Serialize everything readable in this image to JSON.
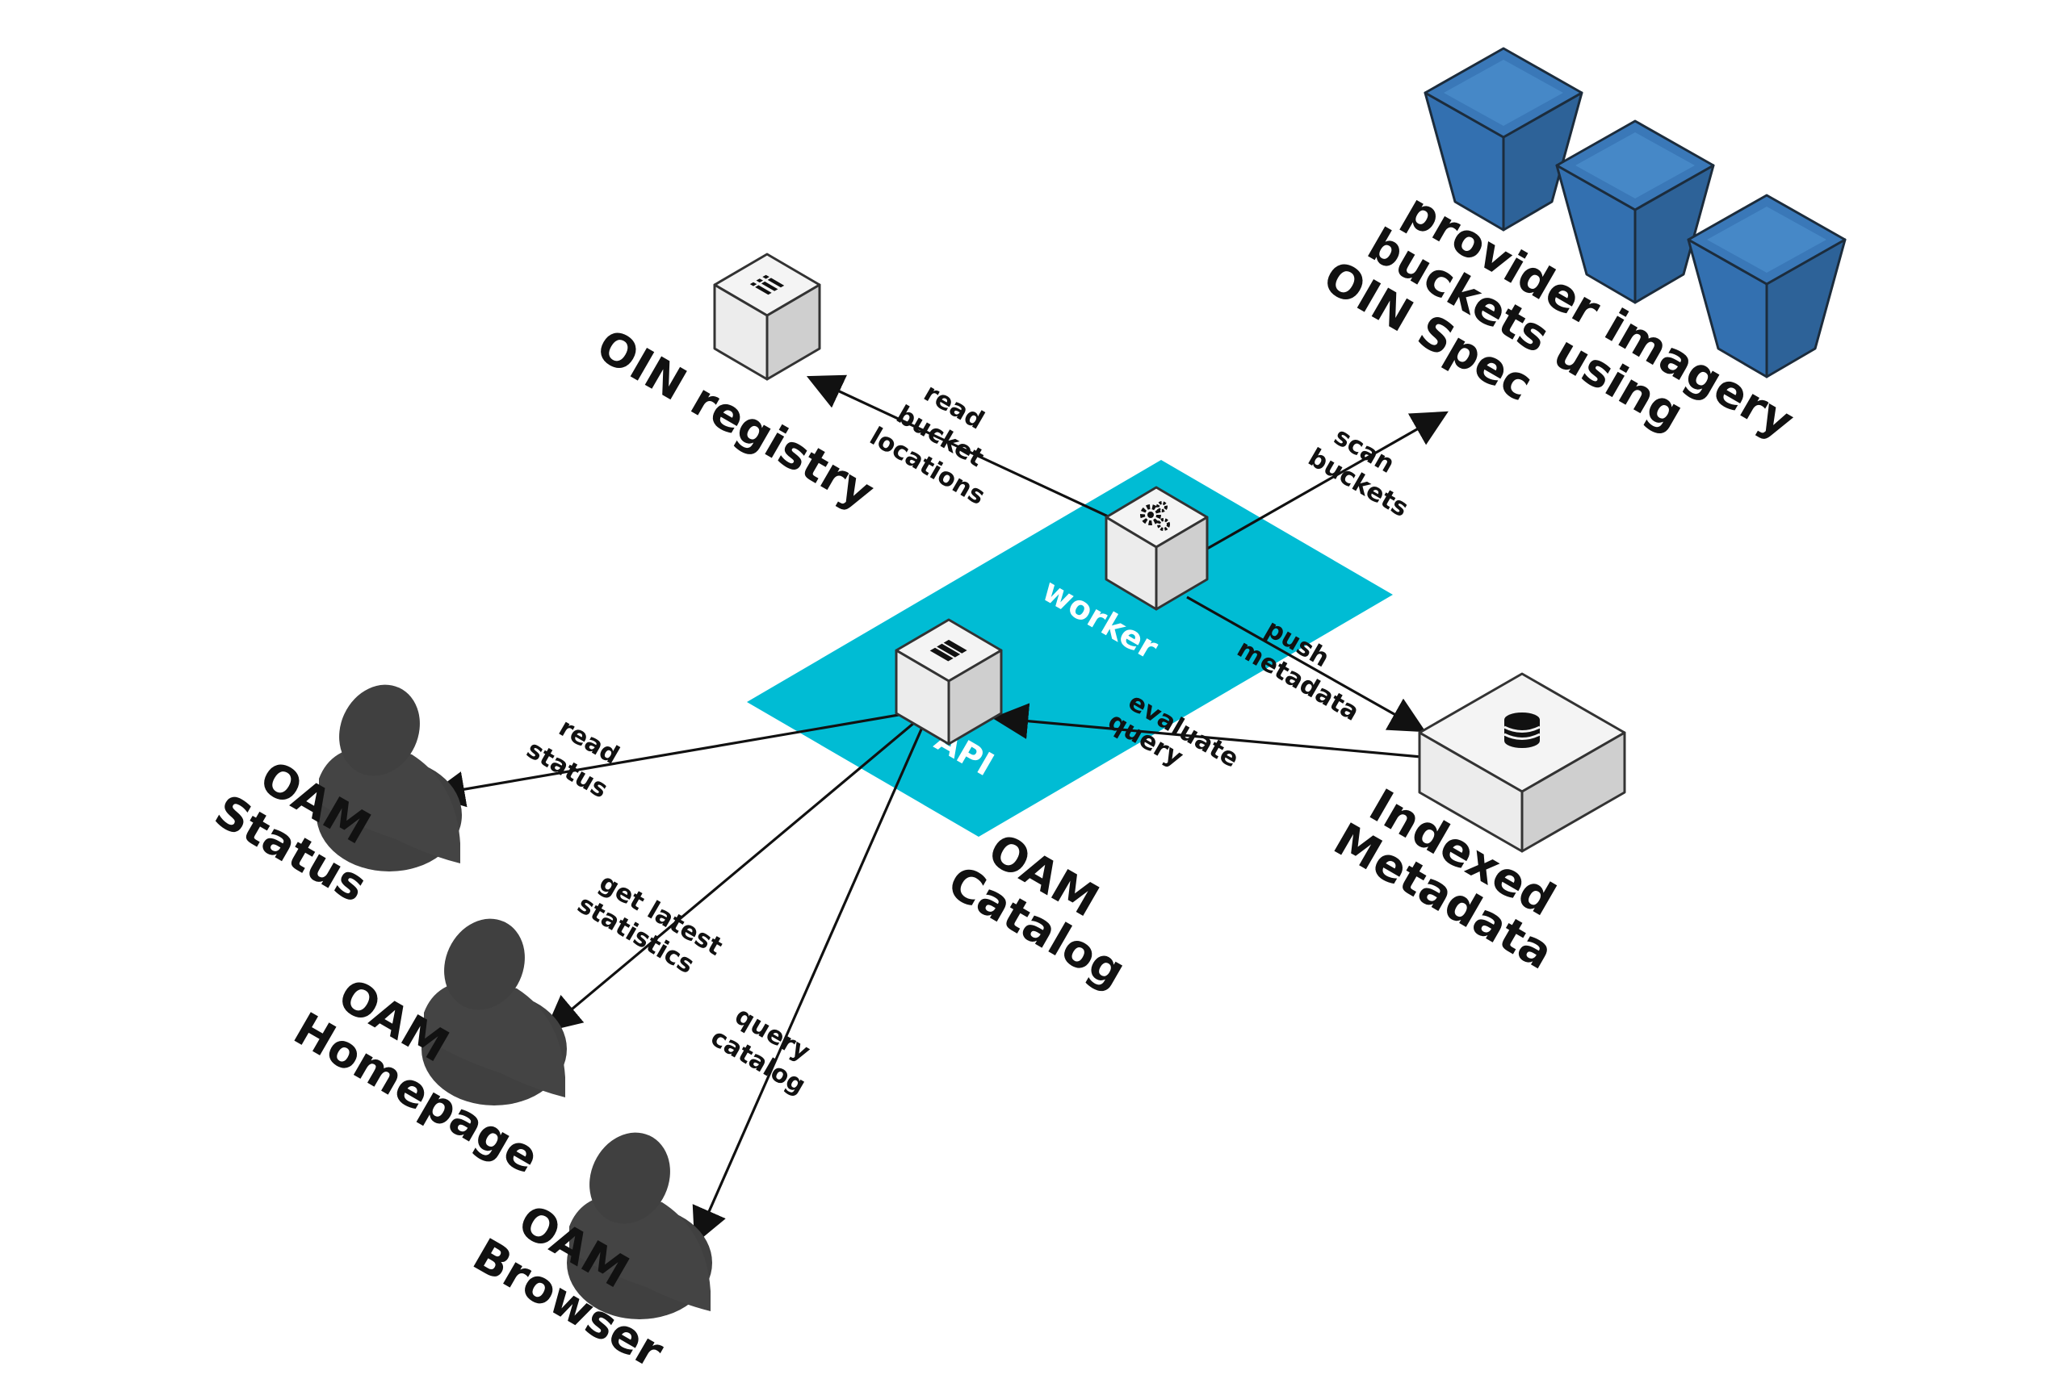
{
  "catalog": {
    "label_line1": "OAM",
    "label_line2": "Catalog",
    "worker_label": "worker",
    "api_label": "API",
    "platform_color": "#00bcd4"
  },
  "nodes": {
    "oin_registry": {
      "label": "OIN registry",
      "icon": "list-icon"
    },
    "provider_buckets": {
      "line1": "provider imagery",
      "line2": "buckets using",
      "line3": "OIN Spec",
      "color": "#3a78b8"
    },
    "indexed_metadata": {
      "line1": "Indexed",
      "line2": "Metadata",
      "icon": "database-icon"
    },
    "worker": {
      "icon": "gears-icon"
    },
    "api": {
      "icon": "server-icon"
    },
    "oam_status": {
      "line1": "OAM",
      "line2": "Status",
      "icon": "user-icon"
    },
    "oam_homepage": {
      "line1": "OAM",
      "line2": "Homepage",
      "icon": "user-icon"
    },
    "oam_browser": {
      "line1": "OAM",
      "line2": "Browser",
      "icon": "user-icon"
    }
  },
  "edges": {
    "read_bucket_locations": {
      "line1": "read",
      "line2": "bucket",
      "line3": "locations"
    },
    "scan_buckets": {
      "line1": "scan",
      "line2": "buckets"
    },
    "push_metadata": {
      "line1": "push",
      "line2": "metadata"
    },
    "evaluate_query": {
      "line1": "evaluate",
      "line2": "query"
    },
    "read_status": {
      "line1": "read",
      "line2": "status"
    },
    "get_latest_statistics": {
      "line1": "get latest",
      "line2": "statistics"
    },
    "query_catalog": {
      "line1": "query",
      "line2": "catalog"
    }
  }
}
